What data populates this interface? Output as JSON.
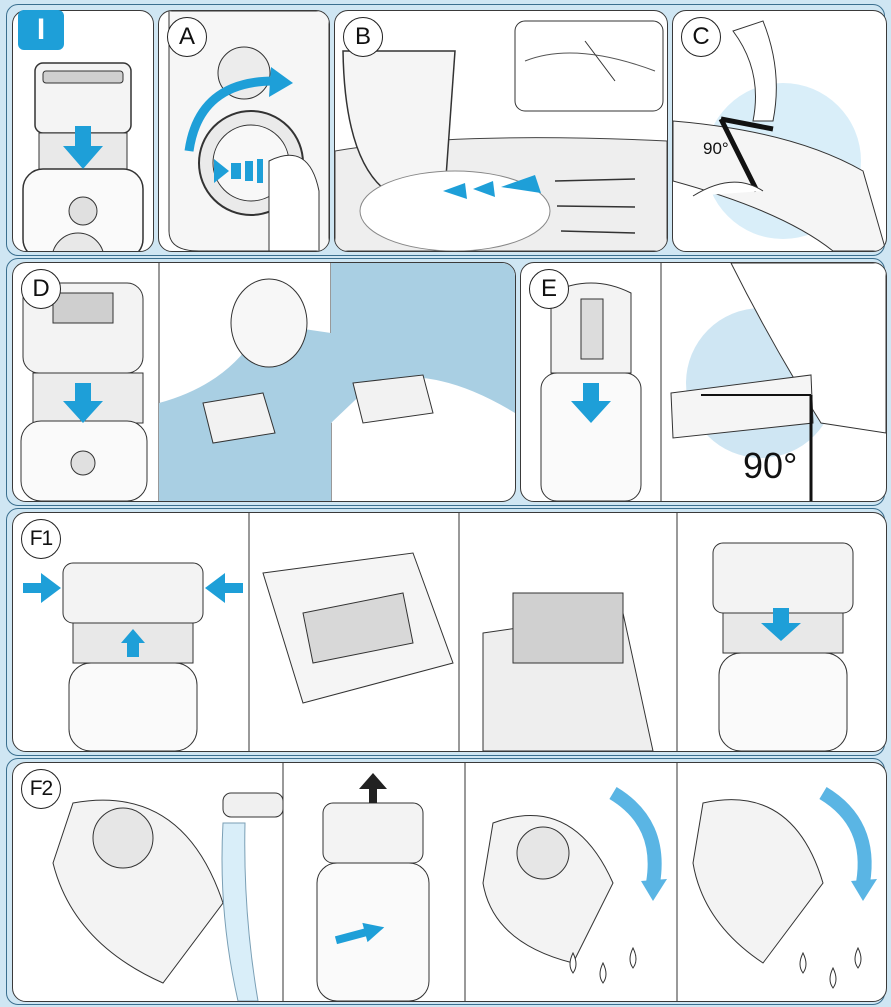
{
  "section": "I",
  "panels": {
    "A": "A",
    "B": "B",
    "C": "C",
    "D": "D",
    "E": "E",
    "F1": "F1",
    "F2": "F2"
  },
  "angles": {
    "c": "90°",
    "e": "90°"
  },
  "colors": {
    "background": "#cfe6f3",
    "arrow": "#1e9fd8",
    "skin": "#e6e6e6",
    "accent": "#9fd0ec"
  }
}
